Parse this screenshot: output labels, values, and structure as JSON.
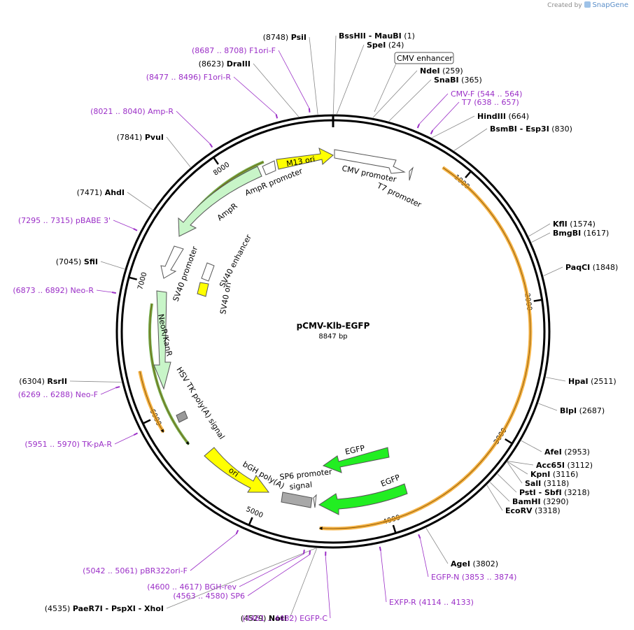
{
  "app": {
    "credit_prefix": "Created by",
    "credit_brand": "SnapGene",
    "brand_icon": "snapgene-logo-icon"
  },
  "plasmid": {
    "name": "pCMV-Klb-EGFP",
    "size_label": "8847 bp",
    "length": 8847
  },
  "colors": {
    "enzyme": "#000000",
    "primer": "#9b2fc7",
    "backbone": "#000000",
    "feature_white": "#ffffff",
    "feature_green": "#22ee22",
    "feature_light_green": "#c8f5c8",
    "feature_yellow": "#ffff00",
    "feature_gray": "#999999",
    "orf_orange": "#f5a623",
    "orf_green": "#5aa02c"
  },
  "ticks": [
    {
      "pos": 1000,
      "label": "1000"
    },
    {
      "pos": 2000,
      "label": "2000"
    },
    {
      "pos": 3000,
      "label": "3000"
    },
    {
      "pos": 4000,
      "label": "4000"
    },
    {
      "pos": 5000,
      "label": "5000"
    },
    {
      "pos": 6000,
      "label": "6000"
    },
    {
      "pos": 7000,
      "label": "7000"
    },
    {
      "pos": 8000,
      "label": "8000"
    }
  ],
  "enzymes": [
    {
      "name": "BssHII",
      "suffix": " - MauBI",
      "num": "(1)",
      "pos": 1
    },
    {
      "name": "SpeI",
      "suffix": "",
      "num": "(24)",
      "pos": 24
    },
    {
      "name": "NdeI",
      "suffix": "",
      "num": "(259)",
      "pos": 259
    },
    {
      "name": "SnaBI",
      "suffix": "",
      "num": "(365)",
      "pos": 365
    },
    {
      "name": "HindIII",
      "suffix": "",
      "num": "(664)",
      "pos": 664
    },
    {
      "name": "BsmBI",
      "suffix": " - Esp3I",
      "num": "(830)",
      "pos": 830
    },
    {
      "name": "KflI",
      "suffix": "",
      "num": "(1574)",
      "pos": 1574
    },
    {
      "name": "BmgBI",
      "suffix": "",
      "num": "(1617)",
      "pos": 1617
    },
    {
      "name": "PaqCI",
      "suffix": "",
      "num": "(1848)",
      "pos": 1848
    },
    {
      "name": "HpaI",
      "suffix": "",
      "num": "(2511)",
      "pos": 2511
    },
    {
      "name": "BlpI",
      "suffix": "",
      "num": "(2687)",
      "pos": 2687
    },
    {
      "name": "AfeI",
      "suffix": "",
      "num": "(2953)",
      "pos": 2953
    },
    {
      "name": "Acc65I",
      "suffix": "",
      "num": "(3112)",
      "pos": 3112
    },
    {
      "name": "KpnI",
      "suffix": "",
      "num": "(3116)",
      "pos": 3116
    },
    {
      "name": "SalI",
      "suffix": "",
      "num": "(3118)",
      "pos": 3118
    },
    {
      "name": "PstI",
      "suffix": " - SbfI",
      "num": "(3218)",
      "pos": 3218
    },
    {
      "name": "BamHI",
      "suffix": "",
      "num": "(3290)",
      "pos": 3290
    },
    {
      "name": "EcoRV",
      "suffix": "",
      "num": "(3318)",
      "pos": 3318
    },
    {
      "name": "AgeI",
      "suffix": "",
      "num": "(3802)",
      "pos": 3802
    },
    {
      "name": "NotI",
      "prefix_num": "(4529)",
      "name_first": true,
      "suffix": "",
      "num": "",
      "pos": 4529
    },
    {
      "name": "PaeR7I",
      "prefix_num": "(4535)",
      "suffix": " - PspXI - XhoI",
      "num": "",
      "pos": 4535
    },
    {
      "name": "RsrII",
      "prefix_num": "(6304)",
      "suffix": "",
      "num": "",
      "pos": 6304
    },
    {
      "name": "SfiI",
      "prefix_num": "(7045)",
      "suffix": "",
      "num": "",
      "pos": 7045
    },
    {
      "name": "AhdI",
      "prefix_num": "(7471)",
      "suffix": "",
      "num": "",
      "pos": 7471
    },
    {
      "name": "PvuI",
      "prefix_num": "(7841)",
      "suffix": "",
      "num": "",
      "pos": 7841
    },
    {
      "name": "DraIII",
      "prefix_num": "(8623)",
      "suffix": "",
      "num": "",
      "pos": 8623
    },
    {
      "name": "PsiI",
      "prefix_num": "(8748)",
      "suffix": "",
      "num": "",
      "pos": 8748
    }
  ],
  "primers": [
    {
      "label": "CMV-F",
      "range": "(544 .. 564)",
      "pos": 554
    },
    {
      "label": "T7",
      "range": "(638 .. 657)",
      "pos": 647
    },
    {
      "label": "EGFP-N",
      "range": "(3853 .. 3874)",
      "pos": 3863
    },
    {
      "label": "EXFP-R",
      "range": "(4114 .. 4133)",
      "pos": 4123
    },
    {
      "label": "EGFP-C",
      "range": "(4461 .. 4482)",
      "pos": 4471
    },
    {
      "label": "SP6",
      "range": "(4563 .. 4580)",
      "pos": 4571
    },
    {
      "label": "BGH-rev",
      "range": "(4600 .. 4617)",
      "pos": 4608
    },
    {
      "label": "pBR322ori-F",
      "range": "(5042 .. 5061)",
      "pos": 5051
    },
    {
      "label": "TK-pA-R",
      "range": "(5951 .. 5970)",
      "pos": 5960
    },
    {
      "label": "Neo-F",
      "range": "(6269 .. 6288)",
      "pos": 6278
    },
    {
      "label": "Neo-R",
      "range": "(6873 .. 6892)",
      "pos": 6882
    },
    {
      "label": "pBABE 3'",
      "range": "(7295 .. 7315)",
      "pos": 7305
    },
    {
      "label": "Amp-R",
      "range": "(8021 .. 8040)",
      "pos": 8030
    },
    {
      "label": "F1ori-R",
      "range": "(8477 .. 8496)",
      "pos": 8486
    },
    {
      "label": "F1ori-F",
      "range": "(8687 .. 8708)",
      "pos": 8697
    }
  ],
  "features": [
    {
      "label": "CMV enhancer",
      "boxed": true
    },
    {
      "label": "CMV promoter"
    },
    {
      "label": "T7 promoter"
    },
    {
      "label": "M13 ori"
    },
    {
      "label": "AmpR promoter"
    },
    {
      "label": "AmpR"
    },
    {
      "label": "SV40 promoter"
    },
    {
      "label": "SV40 enhancer"
    },
    {
      "label": "SV40 ori"
    },
    {
      "label": "NeoR/KanR"
    },
    {
      "label": "HSV TK poly(A) signal"
    },
    {
      "label": "ori"
    },
    {
      "label": "bGH poly(A)"
    },
    {
      "label": "signal"
    },
    {
      "label": "SP6 promoter"
    },
    {
      "label": "EGFP"
    },
    {
      "label": "EGFP"
    }
  ]
}
